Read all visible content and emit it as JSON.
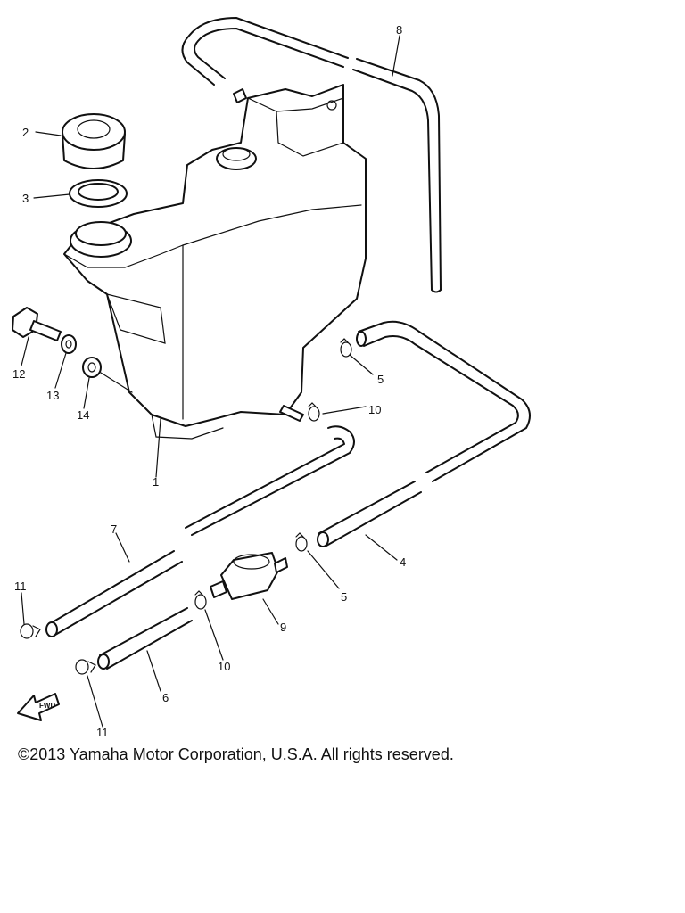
{
  "diagram": {
    "part_callouts": [
      {
        "id": "p1",
        "text": "1"
      },
      {
        "id": "p2",
        "text": "2"
      },
      {
        "id": "p3",
        "text": "3"
      },
      {
        "id": "p4",
        "text": "4"
      },
      {
        "id": "p5a",
        "text": "5"
      },
      {
        "id": "p5b",
        "text": "5"
      },
      {
        "id": "p6",
        "text": "6"
      },
      {
        "id": "p7",
        "text": "7"
      },
      {
        "id": "p8",
        "text": "8"
      },
      {
        "id": "p9",
        "text": "9"
      },
      {
        "id": "p10a",
        "text": "10"
      },
      {
        "id": "p10b",
        "text": "10"
      },
      {
        "id": "p11a",
        "text": "11"
      },
      {
        "id": "p11b",
        "text": "11"
      },
      {
        "id": "p12",
        "text": "12"
      },
      {
        "id": "p13",
        "text": "13"
      },
      {
        "id": "p14",
        "text": "14"
      }
    ],
    "direction_arrow_label": "FWD"
  },
  "footer": {
    "copyright": "©2013 Yamaha Motor Corporation, U.S.A. All rights reserved."
  }
}
